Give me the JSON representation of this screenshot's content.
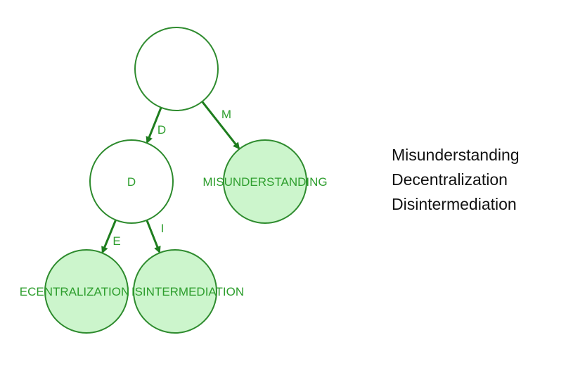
{
  "colors": {
    "edge": "#1e7d1e",
    "node_border": "#2e8b2e",
    "leaf_fill": "#ccf5cc",
    "label_text": "#2e9e2e",
    "word_text": "#111111"
  },
  "tree": {
    "nodes": [
      {
        "id": "root",
        "label": "",
        "leaf": false
      },
      {
        "id": "d",
        "label": "D",
        "leaf": false
      },
      {
        "id": "misunderstanding",
        "label": "MISUNDERSTANDING",
        "leaf": true
      },
      {
        "id": "decentralization",
        "label": "ECENTRALIZATION",
        "leaf": true
      },
      {
        "id": "disintermediation",
        "label": "ISINTERMEDIATION",
        "leaf": true
      }
    ],
    "edges": [
      {
        "from": "root",
        "to": "d",
        "label": "D"
      },
      {
        "from": "root",
        "to": "misunderstanding",
        "label": "M"
      },
      {
        "from": "d",
        "to": "decentralization",
        "label": "E"
      },
      {
        "from": "d",
        "to": "disintermediation",
        "label": "I"
      }
    ]
  },
  "words": [
    "Misunderstanding",
    "Decentralization",
    "Disintermediation"
  ]
}
